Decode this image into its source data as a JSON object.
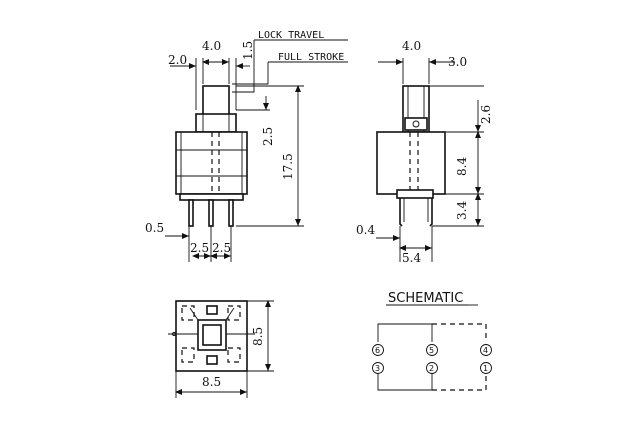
{
  "labels": {
    "lock_travel": "LOCK TRAVEL",
    "full_stroke": "FULL STROKE",
    "schematic": "SCHEMATIC"
  },
  "front_view": {
    "dim_top_left": "2.0",
    "dim_top_width": "4.0",
    "dim_top_small": "1.5",
    "dim_height_upper": "2.5",
    "dim_height_total": "17.5",
    "dim_pin_width": "0.5",
    "dim_pitch_left": "2.5",
    "dim_pitch_right": "2.5"
  },
  "side_view": {
    "dim_top_width": "4.0",
    "dim_top_right": "3.0",
    "dim_cap": "2.6",
    "dim_body": "8.4",
    "dim_pin_len": "3.4",
    "dim_pin_width": "0.4",
    "dim_pin_span": "5.4"
  },
  "bottom_view": {
    "dim_height": "8.5",
    "dim_width": "8.5"
  },
  "pins": [
    "6",
    "5",
    "4",
    "3",
    "2",
    "1"
  ]
}
